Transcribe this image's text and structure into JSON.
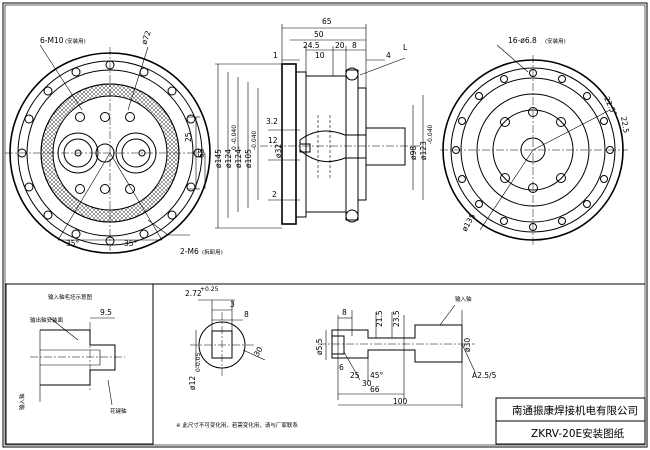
{
  "title_block": {
    "company": "南通振康焊接机电有限公司",
    "drawing_name": "ZKRV-20E安装图纸"
  },
  "front_view": {
    "note_holes_top": "6-M10",
    "note_holes_top_sub": "(安装用)",
    "note_holes_bottom": "2-M6",
    "note_holes_bottom_sub": "(拆卸用)",
    "dia_pcd": "ø72",
    "dim_25": "25",
    "dim_65": "65",
    "angle_left": "35°",
    "angle_right": "35°"
  },
  "side_view": {
    "dim_65": "65",
    "dim_50": "50",
    "dim_24_5": "24.5",
    "dim_20": "20",
    "dim_8": "8",
    "dim_1": "1",
    "dim_10": "10",
    "dim_4": "4",
    "label_L": "L",
    "dia_145": "ø145",
    "dia_124_a": "ø124",
    "tol_124_a": "0\n-0.040",
    "dia_124_b": "ø124-",
    "dia_105": "ø105",
    "tol_105": "-0.040",
    "dia_32": "ø32",
    "dim_3_2": "3.2",
    "dim_12": "12",
    "dim_2": "2",
    "dia_98": "ø98",
    "dia_123": "ø123",
    "tol_123": "-0.040"
  },
  "rear_view": {
    "note_holes": "16-ø6.8",
    "note_holes_sub": "(安装用)",
    "angle_22_5": "22.5°",
    "dim_22_5b": "22.5",
    "dia_135": "ø135"
  },
  "inset_detail": {
    "title": "输入轴毛坯示意图",
    "label_a": "输出轴安装面",
    "label_b": "输入轴",
    "label_c": "花键轴",
    "dim_9_5": "9.5"
  },
  "key_detail": {
    "dim_2_72": "2.72",
    "tol_2_72": "+0.25",
    "dim_3": "3",
    "dim_8": "8",
    "dim_30": "30",
    "dia_12": "ø12",
    "tol_12": "0-0.05",
    "note": "※ 此尺寸不可变化用，若需变化用，请与厂家联系"
  },
  "shaft_detail": {
    "label_top": "输入轴",
    "dim_8": "8",
    "dim_21_5": "21.5",
    "dim_23_5": "23.5",
    "dim_6": "6",
    "dim_25": "25",
    "dim_45": "45°",
    "dim_30": "30",
    "dim_66": "66",
    "dim_100": "100",
    "dia_5_5": "ø5.5",
    "dia_30": "ø30",
    "dim_a2_5": "A2.5/5"
  }
}
